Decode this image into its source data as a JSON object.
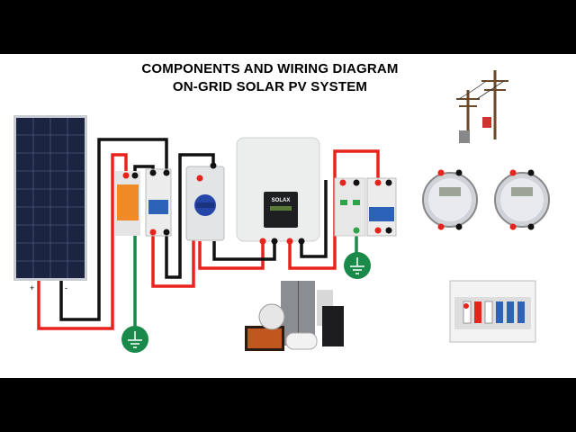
{
  "title": {
    "line1": "COMPONENTS AND WIRING DIAGRAM",
    "line2": "ON-GRID SOLAR PV SYSTEM"
  },
  "inverter": {
    "brand": "SOLAX"
  },
  "solar_panel": {
    "positive_label": "+",
    "negative_label": "-"
  },
  "colors": {
    "positive_wire": "#e8231c",
    "negative_wire": "#111111",
    "ground_wire": "#1a8a4a",
    "background": "#ffffff",
    "letterbox": "#000000"
  }
}
